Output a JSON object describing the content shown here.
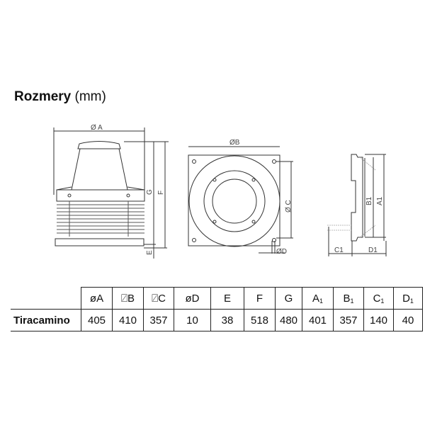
{
  "title": {
    "bold": "Rozmery",
    "unit": "(mm)"
  },
  "drawing_labels": {
    "A": "Ø A",
    "B": "ØB",
    "C": "Ø C",
    "D": "ØD",
    "E": "E",
    "F": "F",
    "G": "G",
    "A1": "A1",
    "B1": "B1",
    "C1": "C1",
    "D1": "D1"
  },
  "table": {
    "headers": [
      {
        "t": "øA",
        "s": ""
      },
      {
        "t": "⍁B",
        "s": ""
      },
      {
        "t": "⍁C",
        "s": ""
      },
      {
        "t": "øD",
        "s": ""
      },
      {
        "t": "E",
        "s": ""
      },
      {
        "t": "F",
        "s": ""
      },
      {
        "t": "G",
        "s": ""
      },
      {
        "t": "A",
        "s": "1"
      },
      {
        "t": "B",
        "s": "1"
      },
      {
        "t": "C",
        "s": "1"
      },
      {
        "t": "D",
        "s": "1"
      }
    ],
    "rows": [
      {
        "label": "Tiracamino",
        "values": [
          "405",
          "410",
          "357",
          "10",
          "38",
          "518",
          "480",
          "401",
          "357",
          "140",
          "40"
        ]
      }
    ]
  }
}
